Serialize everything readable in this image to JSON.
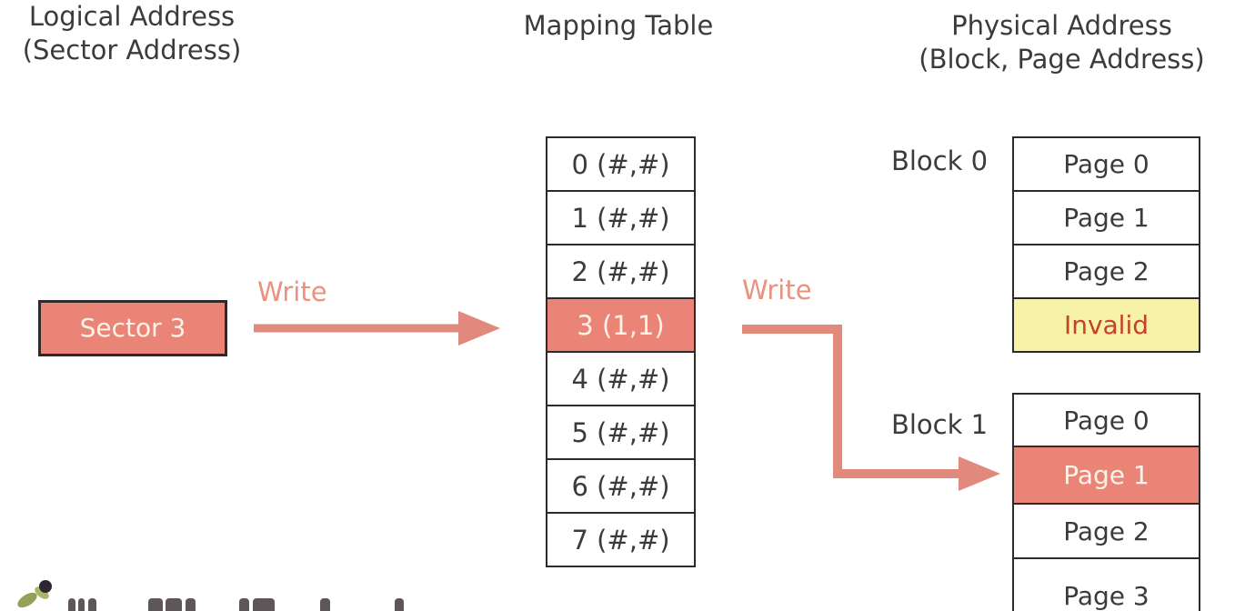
{
  "titles": {
    "left_line1": "Logical Address",
    "left_line2": "(Sector Address)",
    "center": "Mapping Table",
    "right_line1": "Physical Address",
    "right_line2": "(Block, Page Address)"
  },
  "sector_box": {
    "label": "Sector 3"
  },
  "arrows": [
    {
      "name": "write-arrow-logical-to-mapping",
      "label": "Write"
    },
    {
      "name": "write-arrow-mapping-to-physical",
      "label": "Write"
    }
  ],
  "mapping_table": {
    "rows": [
      "0 (#,#)",
      "1 (#,#)",
      "2 (#,#)",
      "3 (1,1)",
      "4 (#,#)",
      "5 (#,#)",
      "6 (#,#)",
      "7 (#,#)"
    ],
    "highlighted_row_index": 3
  },
  "physical": {
    "blocks": [
      {
        "label": "Block 0",
        "pages": [
          {
            "text": "Page 0",
            "state": "normal"
          },
          {
            "text": "Page 1",
            "state": "normal"
          },
          {
            "text": "Page 2",
            "state": "normal"
          },
          {
            "text": "Invalid",
            "state": "invalid"
          }
        ]
      },
      {
        "label": "Block 1",
        "pages": [
          {
            "text": "Page 0",
            "state": "normal"
          },
          {
            "text": "Page 1",
            "state": "highlight"
          },
          {
            "text": "Page 2",
            "state": "normal"
          },
          {
            "text": "Page 3",
            "state": "normal"
          }
        ]
      }
    ]
  },
  "colors": {
    "salmon": "#ea8476",
    "arrow": "#e2897e",
    "write_label": "#e8927f",
    "invalid_bg": "#f6f2a6",
    "invalid_text": "#c5402e",
    "border_dark": "#2f2a28",
    "text_dark": "#3b3b3b",
    "light_text": "#fcf2e7"
  },
  "footer": {
    "logo_icon": "sprout-logo-icon"
  }
}
